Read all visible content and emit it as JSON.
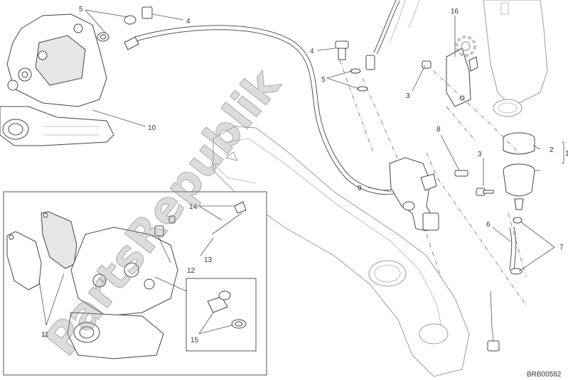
{
  "callouts": {
    "c1": "1",
    "c2": "2",
    "c3a": "3",
    "c3b": "3",
    "c4a": "4",
    "c4b": "4",
    "c5a": "5",
    "c5b": "5",
    "c6": "6",
    "c7": "7",
    "c8": "8",
    "c9": "9",
    "c10": "10",
    "c11": "11",
    "c12": "12",
    "c13": "13",
    "c14": "14",
    "c15": "15",
    "c16": "16"
  },
  "drawing_code": "BRB00582",
  "watermark": "PartsRepublik",
  "colors": {
    "line": "#555555",
    "watermark": "#9a9a9a",
    "background": "#ffffff"
  },
  "icons": {
    "watermark_logo": "gear-icon"
  }
}
